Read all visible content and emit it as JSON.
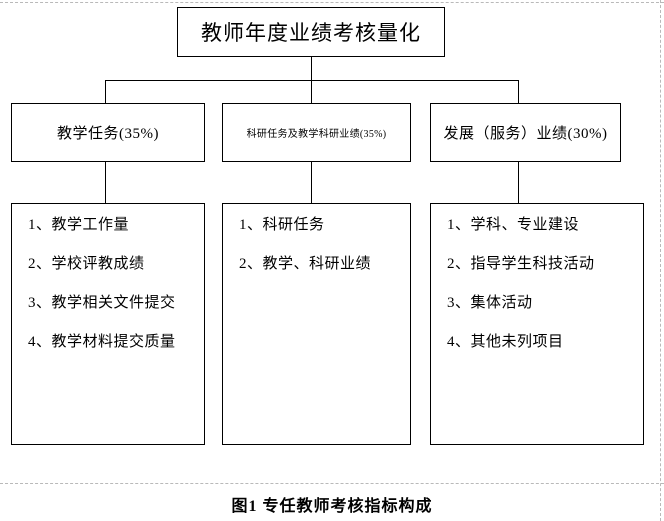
{
  "figure": {
    "root": {
      "label": "教师年度业绩考核量化"
    },
    "categories": [
      {
        "label": "教学任务(35%)"
      },
      {
        "label": "科研任务及教学科研业绩(35%)"
      },
      {
        "label": "发展（服务）业绩(30%)"
      }
    ],
    "details": [
      {
        "items": [
          "1、教学工作量",
          "2、学校评教成绩",
          "3、教学相关文件提交",
          "4、教学材料提交质量"
        ]
      },
      {
        "items": [
          "1、科研任务",
          "2、教学、科研业绩"
        ]
      },
      {
        "items": [
          "1、学科、专业建设",
          "2、指导学生科技活动",
          "3、集体活动",
          "4、其他未列项目"
        ]
      }
    ],
    "caption": "图1  专任教师考核指标构成",
    "colors": {
      "line": "#000000",
      "background": "#ffffff",
      "guide": "#b9b9b9"
    }
  }
}
